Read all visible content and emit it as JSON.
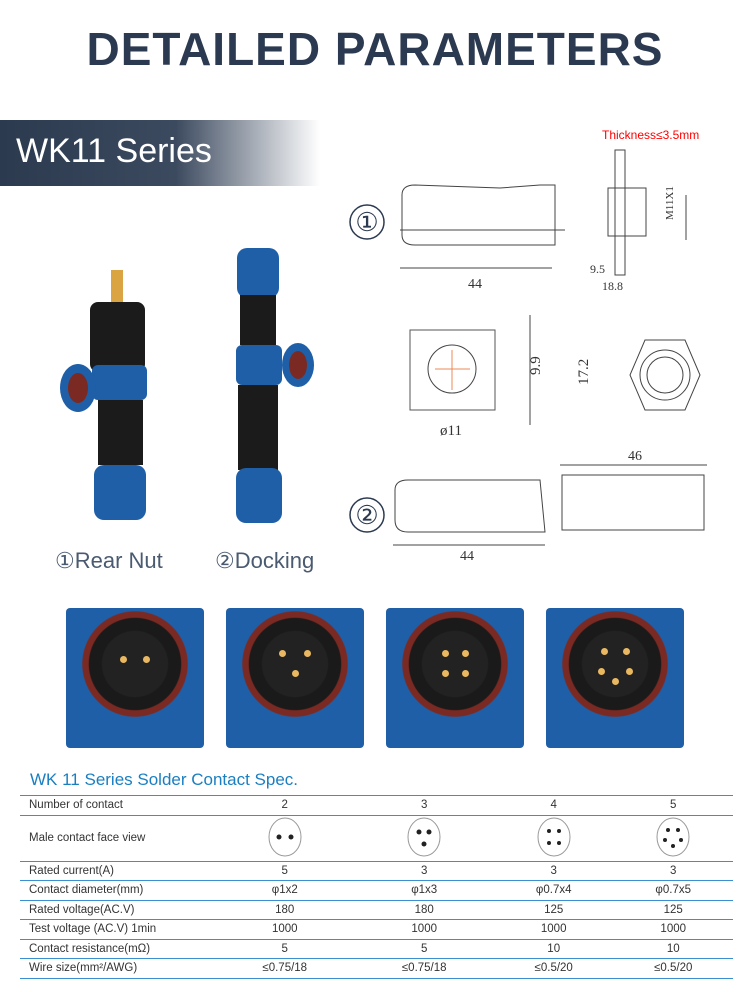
{
  "page_title": "DETAILED PARAMETERS",
  "series_banner": "WK11 Series",
  "product_labels": [
    "①Rear Nut",
    "②Docking"
  ],
  "drawing": {
    "thickness_note": "Thickness≤3.5mm",
    "marker_1": "①",
    "marker_2": "②",
    "dim_length_1": "44",
    "dim_9_5": "9.5",
    "dim_18_8": "18.8",
    "dim_thread": "M11X1",
    "dim_9_9": "9.9",
    "dim_17_2": "17.2",
    "dim_hole": "ø11",
    "dim_46": "46",
    "dim_length_2": "44"
  },
  "colors": {
    "title": "#2b3a50",
    "accent": "#1a7fc1",
    "note": "#ff0000"
  },
  "spec": {
    "title": "WK 11 Series Solder Contact Spec.",
    "rows": [
      {
        "label": "Number of contact",
        "values": [
          "2",
          "3",
          "4",
          "5"
        ]
      },
      {
        "label": "Male contact face view",
        "values": []
      },
      {
        "label": "Rated current(A)",
        "values": [
          "5",
          "3",
          "3",
          "3"
        ]
      },
      {
        "label": "Contact diameter(mm)",
        "values": [
          "φ1x2",
          "φ1x3",
          "φ0.7x4",
          "φ0.7x5"
        ]
      },
      {
        "label": "Rated voltage(AC.V)",
        "values": [
          "180",
          "180",
          "125",
          "125"
        ]
      },
      {
        "label": "Test voltage  (AC.V)  1min",
        "values": [
          "1000",
          "1000",
          "1000",
          "1000"
        ]
      },
      {
        "label": "Contact resistance(mΩ)",
        "values": [
          "5",
          "5",
          "10",
          "10"
        ]
      },
      {
        "label": "Wire size(mm²/AWG)",
        "values": [
          "≤0.75/18",
          "≤0.75/18",
          "≤0.5/20",
          "≤0.5/20"
        ]
      }
    ]
  }
}
